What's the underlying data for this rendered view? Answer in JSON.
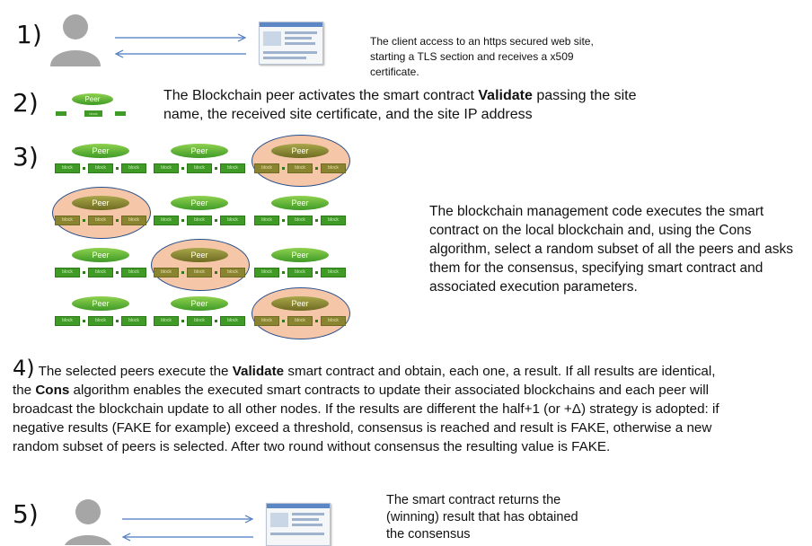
{
  "steps": {
    "s1": {
      "num": "1)",
      "text": "The client access to an https secured web site, starting a TLS section and receives a x509 certificate."
    },
    "s2": {
      "num": "2)",
      "text_a": "The Blockchain  peer activates the smart contract ",
      "bold": "Validate",
      "text_b": " passing the site name, the received  site certificate, and the site IP address",
      "peer_label": "Peer",
      "block_label": "block"
    },
    "s3": {
      "num": "3)",
      "text": "The blockchain management code executes the smart contract on the local blockchain and, using the Cons algorithm, select a random subset of all the peers and asks them for the consensus, specifying smart contract and associated execution parameters."
    },
    "s4": {
      "num": "4)",
      "t1": " The selected peers execute the ",
      "b1": "Validate",
      "t2": " smart contract and obtain, each one, a result. If all results are identical, the ",
      "b2": "Cons",
      "t3": " algorithm enables the executed smart contracts to update their associated blockchains  and each peer will broadcast the blockchain update to all other nodes. If the results are different the half+1 (or +Δ) strategy is adopted: if negative results (FAKE for example) exceed a threshold, consensus is reached and result is FAKE, otherwise a new random subset of peers is selected. After two round without consensus the resulting value is FAKE."
    },
    "s5": {
      "num": "5)",
      "text": "The smart contract returns the (winning) result that has obtained the consensus"
    }
  },
  "grid": {
    "peer_label": "Peer",
    "block_label": "block",
    "selected": [
      [
        0,
        2
      ],
      [
        1,
        0
      ],
      [
        2,
        1
      ],
      [
        3,
        2
      ]
    ]
  },
  "colors": {
    "peer_green": "#3f9a26",
    "selected_fill": "#f5c6a8",
    "ellipse_border": "#2a4f8a",
    "arrow": "#4a78c0"
  },
  "icons": {
    "user": "user-silhouette-icon",
    "site": "website-screenshot-icon"
  }
}
